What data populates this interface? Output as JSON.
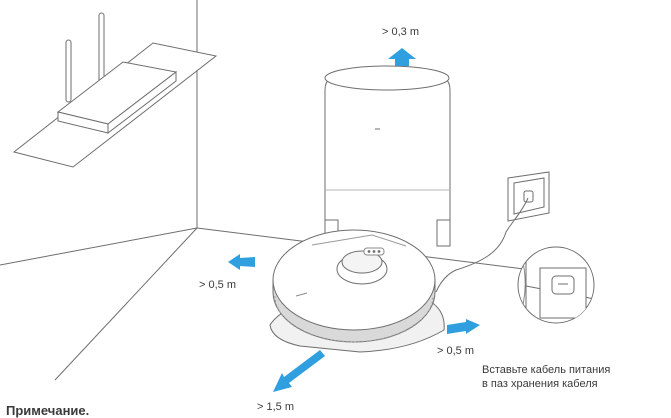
{
  "labels": {
    "top": "> 0,3 m",
    "left": "> 0,5 m",
    "right": "> 0,5 m",
    "front": "> 1,5 m"
  },
  "caption": {
    "line1": "Вставьте кабель питания",
    "line2": "в паз хранения кабеля"
  },
  "note": "Примечание.",
  "colors": {
    "arrow": "#2f9fe0",
    "line": "#6e6e6e",
    "shade": "#dcdcdc"
  },
  "icons": [
    "router-icon",
    "power-socket-icon",
    "robot-vacuum-icon",
    "dock-station-icon",
    "cable-slot-icon"
  ]
}
